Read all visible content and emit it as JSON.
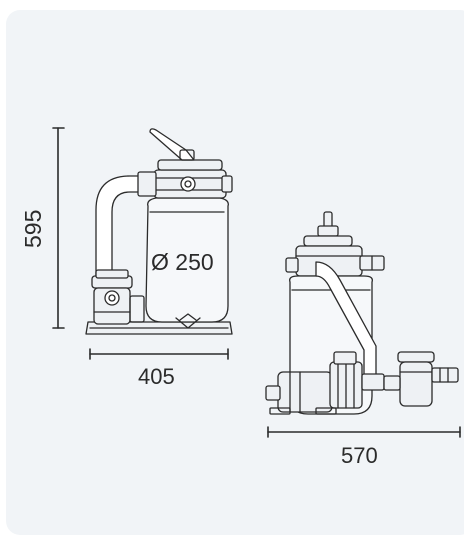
{
  "dimensions": {
    "height_front": "595",
    "width_front": "405",
    "width_side": "570",
    "tank_diameter": "Ø 250"
  },
  "colors": {
    "background_card": "#f1f4f7",
    "line": "#2b2b2b",
    "fill_light": "#eef1f4"
  }
}
